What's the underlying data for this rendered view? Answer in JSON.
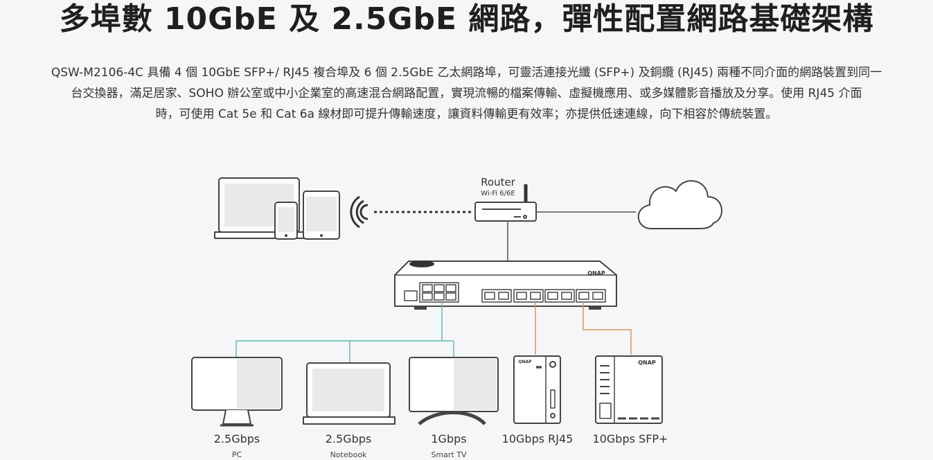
{
  "title": "多埠數 10GbE 及 2.5GbE 網路，彈性配置網路基礎架構",
  "description": {
    "line1": "QSW-M2106-4C 具備 4 個 10GbE SFP+/ RJ45 複合埠及 6 個 2.5GbE 乙太網路埠，可靈活連接光纖 (SFP+) 及銅纜 (RJ45) 兩種不同介面的網路裝置到同一",
    "line2": "台交換器，滿足居家、SOHO 辦公室或中小企業室的高速混合網路配置，實現流暢的檔案傳輸、虛擬機應用、或多媒體影音播放及分享。使用 RJ45 介面",
    "line3": "時，可使用 Cat 5e 和 Cat 6a 線材即可提升傳輸速度，讓資料傳輸更有效率；亦提供低速連線，向下相容於傳統裝置。"
  },
  "router": {
    "label": "Router",
    "sublabel": "Wi-Fi 6/6E"
  },
  "switch_brand": "QNAP",
  "nas_brand": "QNAP",
  "devices": [
    {
      "speed": "2.5Gbps",
      "name": "PC"
    },
    {
      "speed": "2.5Gbps",
      "name": "Notebook"
    },
    {
      "speed": "1Gbps",
      "name": "Smart TV"
    },
    {
      "speed": "10Gbps RJ45",
      "name": ""
    },
    {
      "speed": "10Gbps SFP+",
      "name": ""
    }
  ],
  "colors": {
    "rj45_link": "#5bbfae",
    "sfp_link": "#d9955a",
    "line_dark": "#555555",
    "device_stroke": "#444444"
  }
}
